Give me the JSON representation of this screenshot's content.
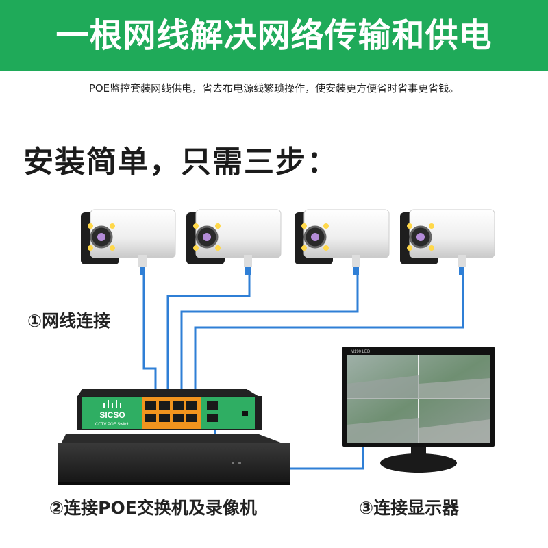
{
  "banner": {
    "title": "一根网线解决网络传输和供电"
  },
  "subtitle": "POE监控套装网线供电，省去布电源线繁琐操作，使安装更方便省时省事更省钱。",
  "heading": "安装简单，只需三步：",
  "steps": [
    {
      "label": "①网线连接"
    },
    {
      "label": "②连接POE交换机及录像机"
    },
    {
      "label": "③连接显示器"
    }
  ],
  "switch": {
    "brand": "SICSO",
    "model": "CCTV POE Switch"
  },
  "monitor": {
    "brand": "M190 LED"
  },
  "colors": {
    "banner": "#1faa59",
    "cable": "#2f7fd6",
    "switch_green": "#2fae63",
    "switch_orange": "#f2941e"
  }
}
